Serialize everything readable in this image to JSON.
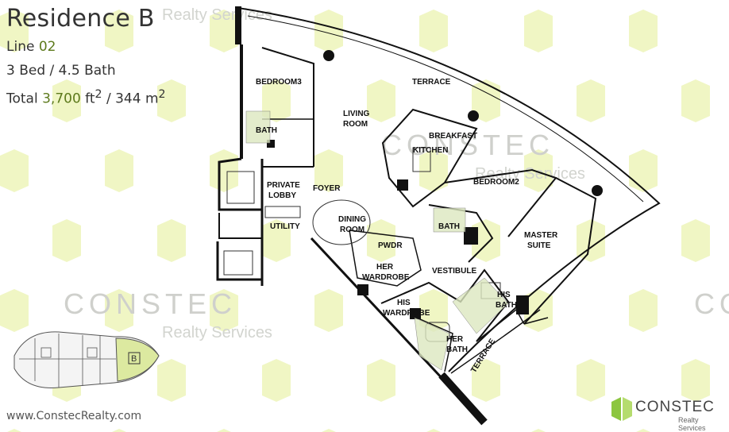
{
  "header": {
    "title": "Residence B",
    "line_label": "Line ",
    "line_number": "02",
    "bedrooms": "3 Bed / 4.5 Bath",
    "total_label": "Total ",
    "area_sqft": "3,700",
    "area_sqft_unit": " ft",
    "area_sqm": "344",
    "area_sqm_unit": " m",
    "superscript": "2",
    "separator": " / "
  },
  "watermarks": {
    "brand": "CONSTEC",
    "tagline": "Realty Services"
  },
  "rooms": {
    "bedroom3": "BEDROOM3",
    "bath_a": "BATH",
    "terrace_top": "TERRACE",
    "living_1": "LIVING",
    "living_2": "ROOM",
    "breakfast": "BREAKFAST",
    "kitchen": "KITCHEN",
    "private_1": "PRIVATE",
    "private_2": "LOBBY",
    "foyer": "FOYER",
    "bedroom2": "BEDROOM2",
    "dining_1": "DINING",
    "dining_2": "ROOM",
    "utility": "UTILITY",
    "bath_b": "BATH",
    "master_1": "MASTER",
    "master_2": "SUITE",
    "pwdr": "PWDR",
    "her_wardrobe_1": "HER",
    "her_wardrobe_2": "WARDROBE",
    "vestibule": "VESTIBULE",
    "his_bath_1": "HIS",
    "his_bath_2": "BATH",
    "his_wardrobe_1": "HIS",
    "his_wardrobe_2": "WARDROBE",
    "her_bath_1": "HER",
    "her_bath_2": "BATH",
    "terrace_bottom": "TERRACE"
  },
  "keyplan": {
    "unit_marker": "B"
  },
  "footer": {
    "website": "www.ConstecRealty.com",
    "logo_name": "CONSTEC",
    "logo_sub": "Realty Services"
  },
  "colors": {
    "pattern": "#f0f6c4",
    "highlight": "#dce9a0",
    "accent_green": "#8cc63f",
    "number_green": "#5d7a1c"
  }
}
